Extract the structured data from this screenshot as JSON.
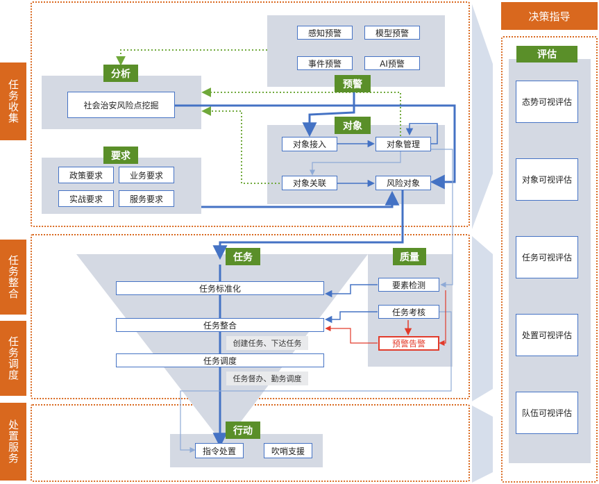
{
  "side_labels": {
    "collection": "任务收集",
    "integration": "任务整合",
    "dispatch": "任务调度",
    "service": "处置服务"
  },
  "decision": {
    "title": "决策指导",
    "eval_title": "评估",
    "items": [
      "态势可视评估",
      "对象可视评估",
      "任务可视评估",
      "处置可视评估",
      "队伍可视评估"
    ]
  },
  "warning": {
    "title": "预警",
    "items": [
      "感知预警",
      "模型预警",
      "事件预警",
      "AI预警"
    ]
  },
  "analysis": {
    "title": "分析",
    "item": "社会治安风险点挖掘"
  },
  "requirements": {
    "title": "要求",
    "items": [
      "政策要求",
      "业务要求",
      "实战要求",
      "服务要求"
    ]
  },
  "object": {
    "title": "对象",
    "intake": "对象接入",
    "management": "对象管理",
    "link": "对象关联",
    "risk": "风险对象"
  },
  "task": {
    "title": "任务",
    "standardize": "任务标准化",
    "integrate": "任务整合",
    "dispatch": "任务调度",
    "note_create": "创建任务、下达任务",
    "note_supervise": "任务督办、勤务调度"
  },
  "quality": {
    "title": "质量",
    "element_check": "要素检测",
    "assessment": "任务考核",
    "alert": "预警告警"
  },
  "action": {
    "title": "行动",
    "command": "指令处置",
    "whistle": "吹哨支援"
  },
  "colors": {
    "orange": "#d9681e",
    "green": "#5a8f29",
    "blue": "#4472c4",
    "grey": "#d4d9e3",
    "red": "#e23a2a"
  }
}
